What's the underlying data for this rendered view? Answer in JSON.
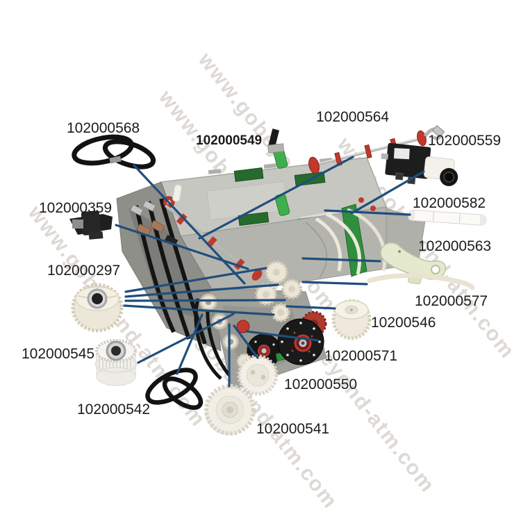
{
  "page": {
    "background": "#ffffff",
    "type": "exploded-parts-diagram"
  },
  "watermark": {
    "text": "www.gobeyond-atm.com"
  },
  "colors": {
    "leader_line": "#1f4e7c",
    "label_text": "#1b1b1b",
    "watermark_text": "#ada599",
    "gear_plastic": "#efe9db",
    "belt_rubber": "#141414",
    "red_parts": "#c0392b",
    "chassis_metal": "#c7c7c1"
  },
  "assembly": {
    "label": "102000549",
    "name": "dispenser chassis assembly"
  },
  "labels": [
    {
      "text": "102000568",
      "part": "timing belt"
    },
    {
      "text": "102000549",
      "part": "chassis assembly",
      "bold": true
    },
    {
      "text": "102000564",
      "part": "guide shaft with red collars"
    },
    {
      "text": "102000559",
      "part": "solenoid"
    },
    {
      "text": "102000582",
      "part": "white roller tube"
    },
    {
      "text": "102000359",
      "part": "sensor bracket"
    },
    {
      "text": "102000563",
      "part": "plastic lever arm"
    },
    {
      "text": "102000297",
      "part": "gear pulley with bearing"
    },
    {
      "text": "102000577",
      "part": "curved tube"
    },
    {
      "text": "10200546",
      "part": "drive gear"
    },
    {
      "text": "102000545",
      "part": "toothed pulley with bearing"
    },
    {
      "text": "102000571",
      "part": "encoder disc"
    },
    {
      "text": "102000550",
      "part": "spur gear"
    },
    {
      "text": "102000542",
      "part": "timing belt"
    },
    {
      "text": "102000541",
      "part": "large spur gear"
    }
  ]
}
